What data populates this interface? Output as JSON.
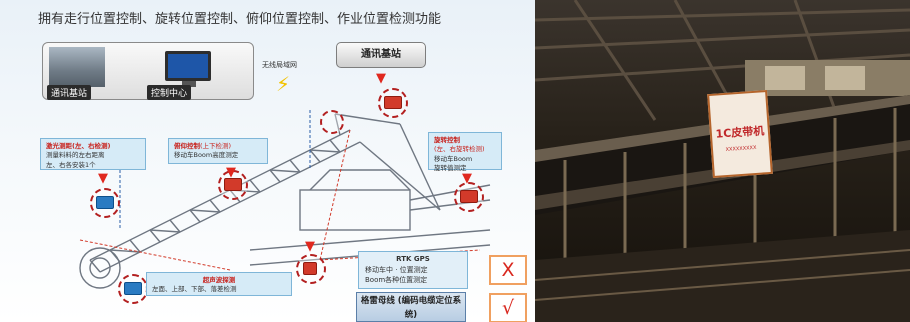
{
  "header": {
    "title": "拥有走行位置控制、旋转位置控制、俯仰位置控制、作业位置检测功能"
  },
  "top_left": {
    "station_label": "通讯基站",
    "control_center_label": "控制中心",
    "wireless_label": "无线局域网"
  },
  "top_right": {
    "station_button": "通讯基站"
  },
  "callouts": {
    "walk": {
      "title": "激光测距(左、右检测)",
      "lines": [
        "测量料料的左右距离",
        "左、右各安装1个"
      ]
    },
    "pitch": {
      "title": "俯仰控制",
      "title_suffix": "(上下检测)",
      "lines": [
        "移动车Boom高度测定"
      ]
    },
    "rotate": {
      "title": "旋转控制",
      "subtitle": "(左、右旋转检测)",
      "lines": [
        "移动车Boom",
        "旋转值测定"
      ]
    },
    "ultrasonic": {
      "title": "超声波探测",
      "lines": [
        "左面、上部、下部、落差检测"
      ]
    }
  },
  "rtk": {
    "title": "RTK GPS",
    "lines": [
      "移动车中 · 位置测定",
      "Boom各种位置测定"
    ]
  },
  "grating": {
    "label": "格雷母线 (编码电缆定位系统)"
  },
  "marks": {
    "wrong": "X",
    "right": "√"
  },
  "photo": {
    "sign_text": "1C皮带机",
    "sign_sub": "XXXXXXXXX"
  },
  "colors": {
    "accent_red": "#e0281f",
    "info_blue": "#d6ebf7",
    "mark_border": "#f0a060"
  }
}
